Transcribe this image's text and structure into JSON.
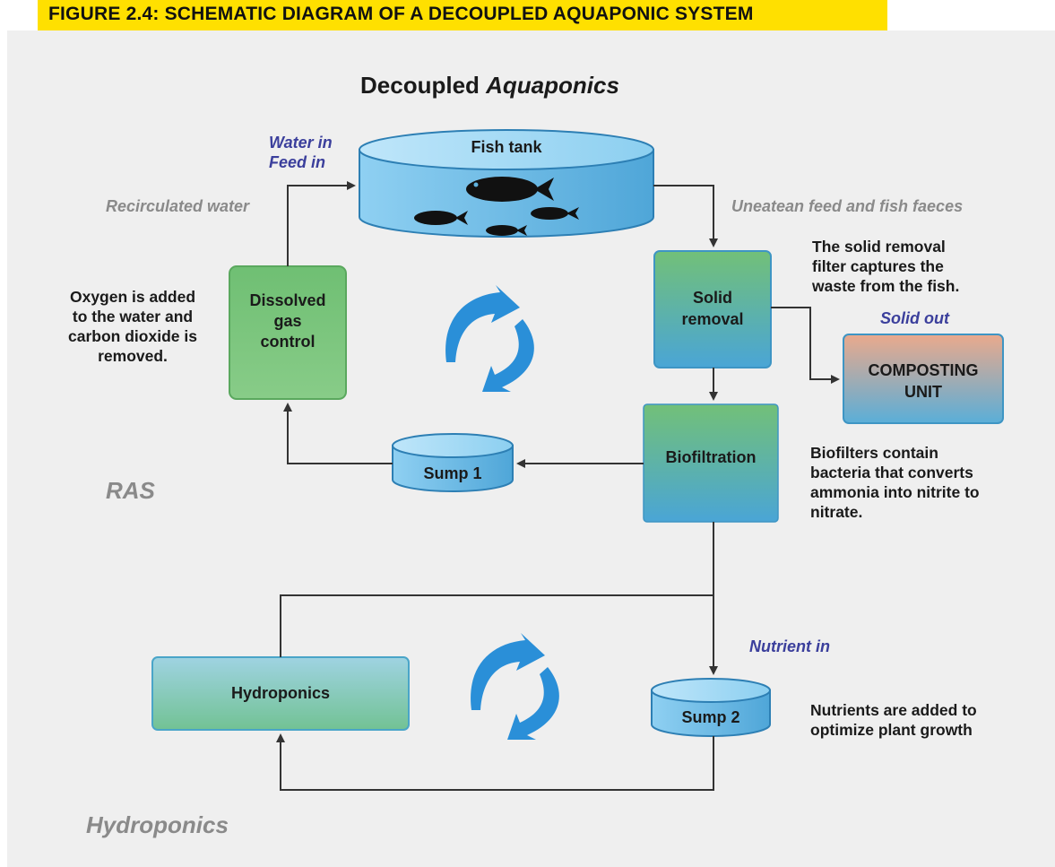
{
  "figure_label": "FIGURE 2.4: SCHEMATIC DIAGRAM OF A DECOUPLED AQUAPONIC SYSTEM",
  "title": {
    "main": "Decoupled ",
    "italic": "Aquaponics"
  },
  "nodes": {
    "fish_tank": "Fish tank",
    "dissolved_gas": [
      "Dissolved",
      "gas",
      "control"
    ],
    "solid_removal": [
      "Solid",
      "removal"
    ],
    "composting": [
      "COMPOSTING",
      "UNIT"
    ],
    "biofiltration": "Biofiltration",
    "sump1": "Sump 1",
    "hydroponics": "Hydroponics",
    "sump2": "Sump 2"
  },
  "flow_labels": {
    "water_in": "Water in",
    "feed_in": "Feed in",
    "recirculated": "Recirculated water",
    "uneaten": "Uneatean feed and fish faeces",
    "solid_out": "Solid out",
    "nutrient_in": "Nutrient in"
  },
  "notes": {
    "oxygen": [
      "Oxygen is added",
      "to  the water and",
      "carbon dioxide is",
      "removed."
    ],
    "solid_filter": [
      "The solid removal",
      "filter captures the",
      "waste from the fish."
    ],
    "biofilter": [
      "Biofilters contain",
      "bacteria that converts",
      "ammonia into nitrite to",
      "nitrate."
    ],
    "nutrients": [
      "Nutrients are added to",
      "optimize plant growth"
    ]
  },
  "section_labels": {
    "ras": "RAS",
    "hydroponics": "Hydroponics"
  },
  "colors": {
    "banner": "#FFE000",
    "panel": "#efefef",
    "tank_blue": "#5fb3e0",
    "green_box": "#7cc57f",
    "cycle_arrow": "#2a8fd8",
    "flow_line": "#333333",
    "italic_blue": "#3b3f9c"
  },
  "icons": [
    "fish-icon",
    "cycle-arrows-icon"
  ]
}
